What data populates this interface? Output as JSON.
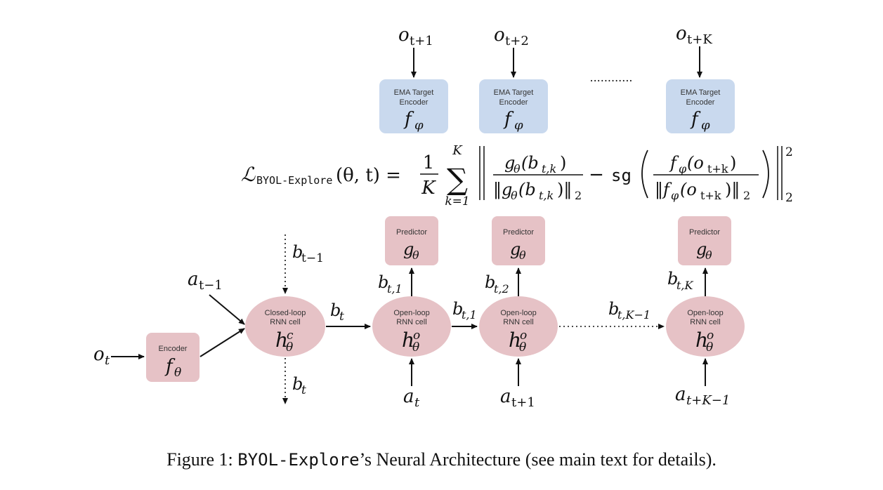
{
  "colors": {
    "target_encoder_fill": "#c9d9ee",
    "predictor_fill": "#e6c2c6",
    "rnn_fill": "#e6c2c6",
    "encoder_fill": "#e6c2c6",
    "stroke": "#111111"
  },
  "observations": {
    "o1": "o",
    "o1_sub": "t+1",
    "o2": "o",
    "o2_sub": "t+2",
    "oK": "o",
    "oK_sub": "t+K",
    "ot": "o",
    "ot_sub": "t"
  },
  "target_encoders": {
    "label_line1": "EMA Target",
    "label_line2": "Encoder",
    "symbol": "f",
    "symbol_sub": "φ"
  },
  "loss": {
    "lhs_script": "ℒ",
    "lhs_sub": "BYOL-Explore",
    "lhs_args": "(θ, t) =",
    "frac_num": "1",
    "frac_den": "K",
    "sum_top": "K",
    "sum_bottom": "k=1",
    "left_num": "g",
    "left_num_sub": "θ",
    "left_num_arg": "(b",
    "left_num_arg_sub": "t,k",
    "left_den": "‖g",
    "left_den_sub": "θ",
    "left_den_arg": "(b",
    "left_den_arg_sub": "t,k",
    "left_den_close": ")‖",
    "left_den_two": "2",
    "minus": "−",
    "sg": "sg",
    "right_num": "f",
    "right_num_sub": "φ",
    "right_num_arg": "(o",
    "right_num_arg_sub": "t+k",
    "right_den": "‖f",
    "right_den_sub": "φ",
    "right_den_arg": "(o",
    "right_den_arg_sub": "t+k",
    "right_den_close": ")‖",
    "right_den_two": "2",
    "outer_sup": "2",
    "outer_sub": "2"
  },
  "predictors": {
    "label": "Predictor",
    "symbol": "g",
    "symbol_sub": "θ"
  },
  "encoder": {
    "label": "Encoder",
    "symbol": "f",
    "symbol_sub": "θ"
  },
  "closed_loop": {
    "label_line1": "Closed-loop",
    "label_line2": "RNN cell",
    "symbol": "h",
    "symbol_sup": "c",
    "symbol_sub": "θ"
  },
  "open_loop": {
    "label_line1": "Open-loop",
    "label_line2": "RNN cell",
    "symbol": "h",
    "symbol_sup": "o",
    "symbol_sub": "θ"
  },
  "labels": {
    "a_tm1": "a",
    "a_tm1_sub": "t−1",
    "b_tm1": "b",
    "b_tm1_sub": "t−1",
    "b_t_out": "b",
    "b_t_out_sub": "t",
    "b_t": "b",
    "b_t_sub": "t",
    "b_t1_up": "b",
    "b_t1_up_sub": "t,1",
    "b_t1_right": "b",
    "b_t1_right_sub": "t,1",
    "b_t2_up": "b",
    "b_t2_up_sub": "t,2",
    "b_tK1": "b",
    "b_tK1_sub": "t,K−1",
    "b_tK_up": "b",
    "b_tK_up_sub": "t,K",
    "a_t": "a",
    "a_t_sub": "t",
    "a_t1": "a",
    "a_t1_sub": "t+1",
    "a_tK1": "a",
    "a_tK1_sub": "t+K−1",
    "dots": "............"
  },
  "caption": {
    "prefix": "Figure 1: ",
    "mono": "BYOL-Explore",
    "suffix": "’s Neural Architecture (see main text for details)."
  }
}
